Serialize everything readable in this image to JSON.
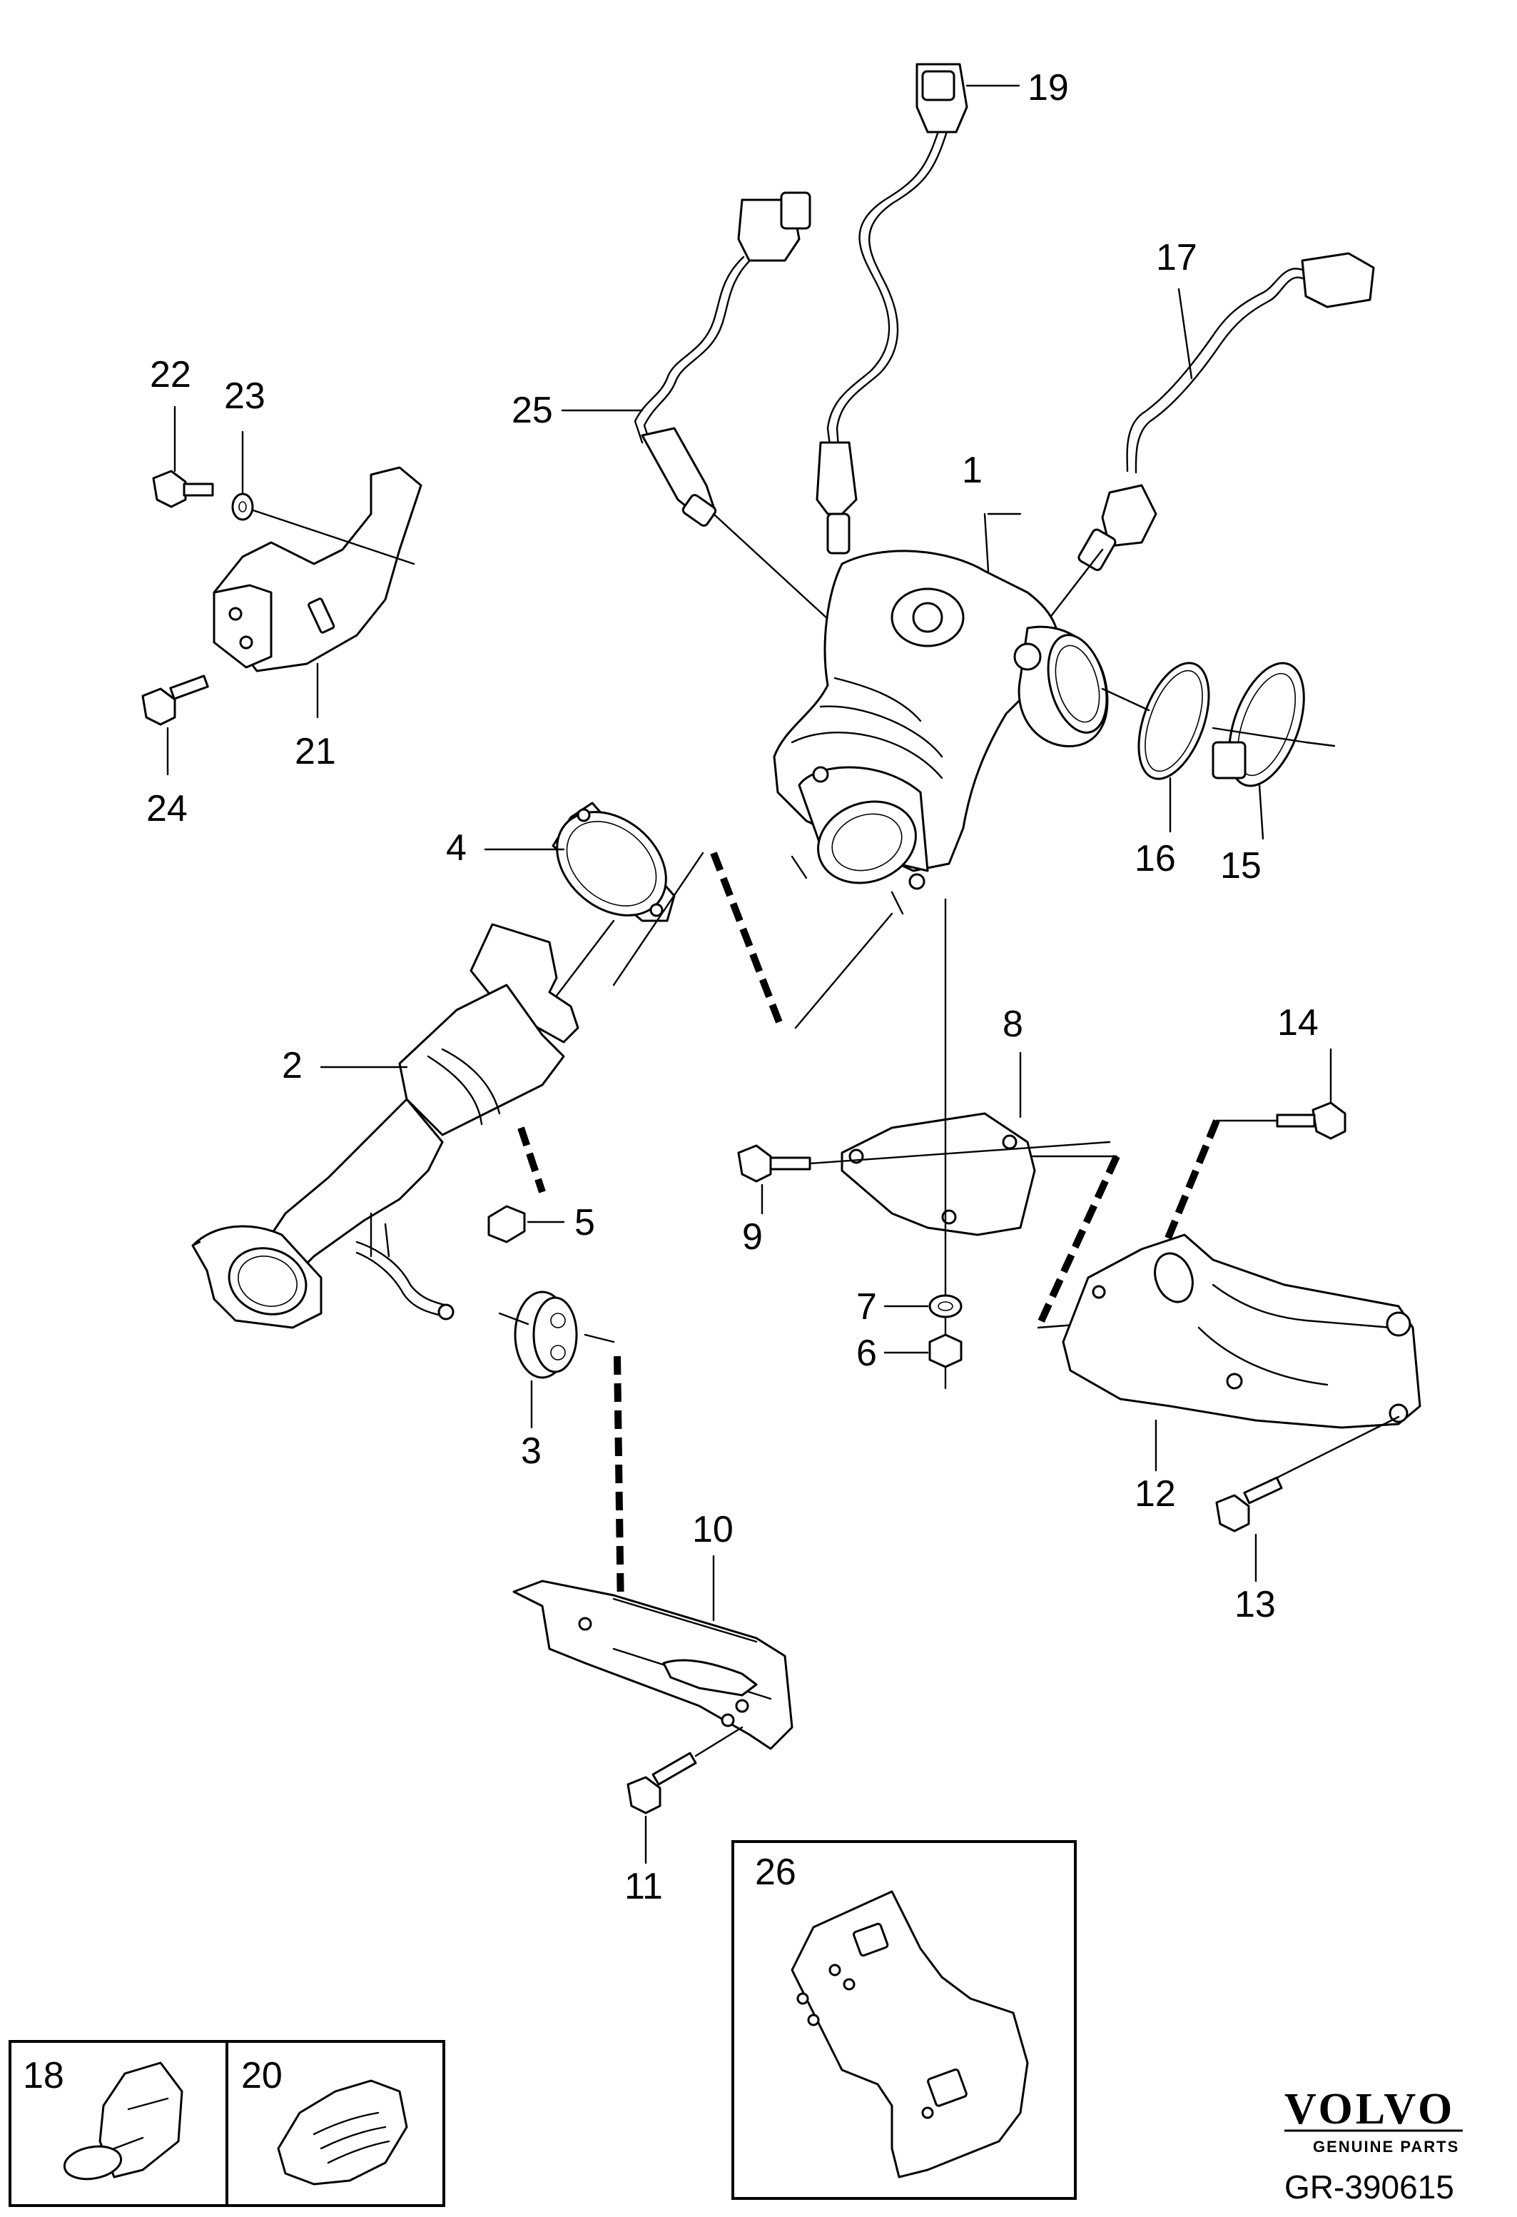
{
  "callouts": {
    "c1": "1",
    "c2": "2",
    "c3": "3",
    "c4": "4",
    "c5": "5",
    "c6": "6",
    "c7": "7",
    "c8": "8",
    "c9": "9",
    "c10": "10",
    "c11": "11",
    "c12": "12",
    "c13": "13",
    "c14": "14",
    "c15": "15",
    "c16": "16",
    "c17": "17",
    "c18": "18",
    "c19": "19",
    "c20": "20",
    "c21": "21",
    "c22": "22",
    "c23": "23",
    "c24": "24",
    "c25": "25",
    "c26": "26"
  },
  "brand": {
    "logo_text": "VOLVO",
    "tagline": "GENUINE PARTS",
    "drawing_ref": "GR-390615"
  },
  "icons": {
    "exhaust_parts": "line-art-parts",
    "volvo_logo": "volvo-wordmark"
  }
}
